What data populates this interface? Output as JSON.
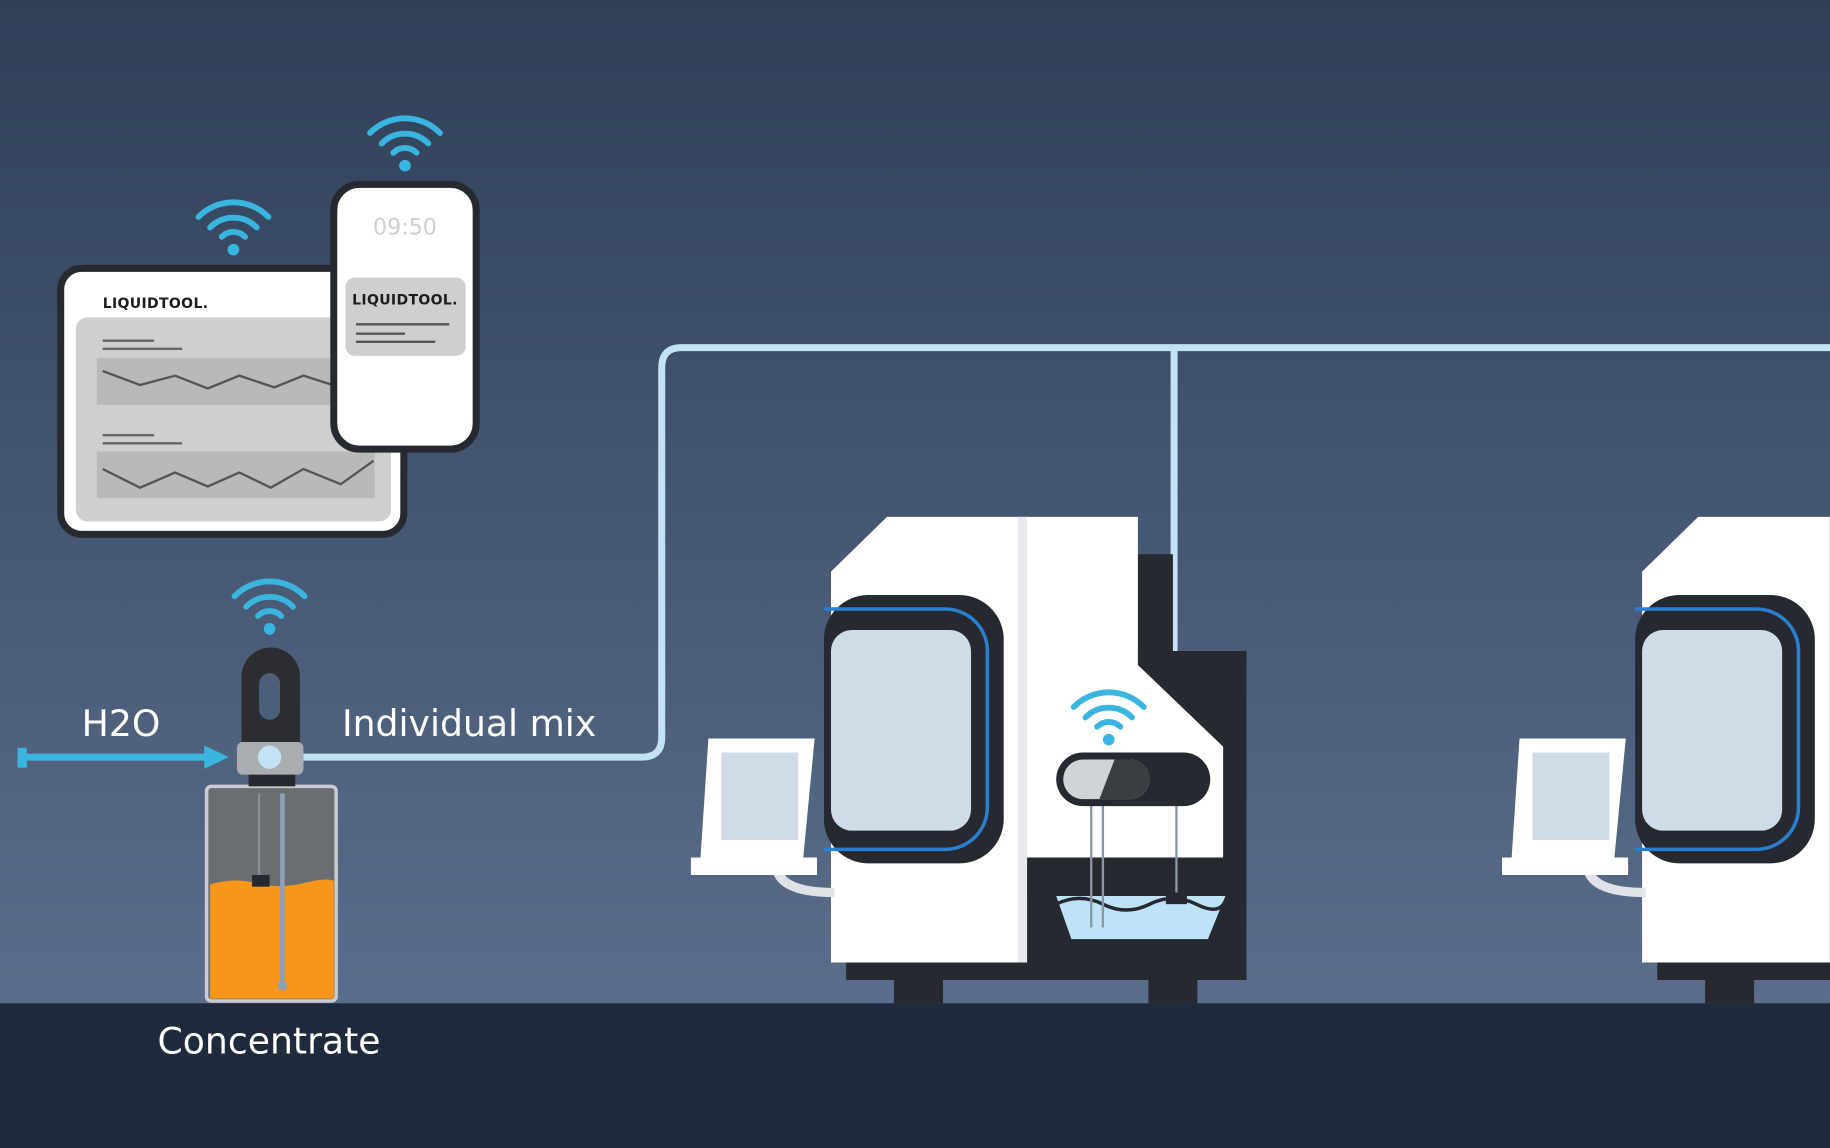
{
  "labels": {
    "water": "H2O",
    "mix": "Individual mix",
    "concentrate": "Concentrate"
  },
  "tablet": {
    "logo": "LIQUIDTOOL."
  },
  "phone": {
    "time": "09:50",
    "logo": "LIQUIDTOOL."
  },
  "colors": {
    "background_top": "#2f3f58",
    "background_bottom": "#5a6d8a",
    "floor": "#1f2a3d",
    "wifi": "#3ab5e0",
    "water_arrow": "#3ab5e0",
    "pipe": "#c3e2f5",
    "concentrate": "#f7961b",
    "machine_dark": "#262a30",
    "machine_accent": "#2a7fd0"
  }
}
